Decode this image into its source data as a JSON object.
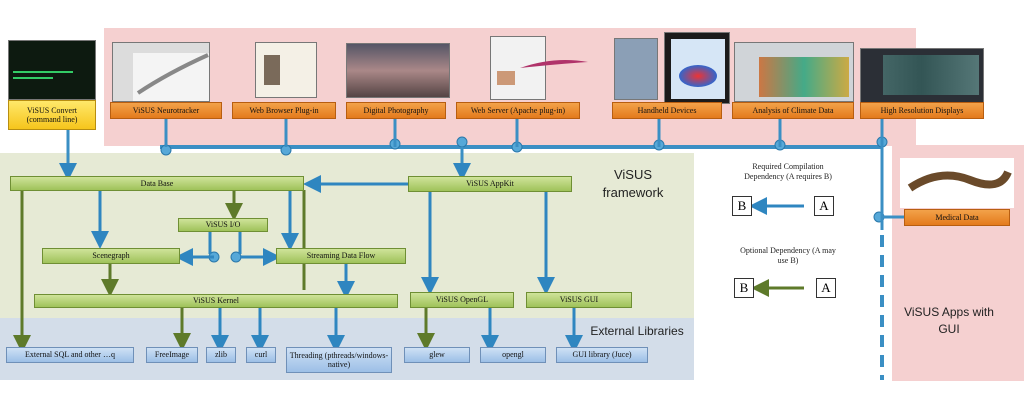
{
  "top_apps": {
    "convert": "ViSUS Convert (command line)",
    "items": [
      "ViSUS Neurotracker",
      "Web Browser Plug-in",
      "Digital Photography",
      "Web Server (Apache plug-in)",
      "Handheld Devices",
      "Analysis of Climate Data",
      "High Resolution Displays"
    ]
  },
  "medical": "Medical Data",
  "framework": {
    "title": "ViSUS framework",
    "data_base": "Data Base",
    "appkit": "ViSUS AppKit",
    "io": "ViSUS I/O",
    "scenegraph": "Scenegraph",
    "streaming": "Streaming Data Flow",
    "kernel": "ViSUS Kernel",
    "opengl": "ViSUS OpenGL",
    "gui": "ViSUS GUI"
  },
  "external": {
    "title": "External Libraries",
    "items": [
      "External SQL and other …q",
      "FreeImage",
      "zlib",
      "curl",
      "Threading (pthreads/windows-native)",
      "glew",
      "opengl",
      "GUI library (Juce)"
    ]
  },
  "legend": {
    "required": "Required Compilation Dependency (A requires B)",
    "optional": "Optional Dependency (A may use B)",
    "a": "A",
    "b": "B"
  },
  "apps_region": "ViSUS Apps with GUI",
  "colors": {
    "pink": "#f5d0d0",
    "framework_green": "#e6ead5",
    "external_blue": "#d3dde9",
    "arrow_blue": "#3a8fc4",
    "arrow_green": "#5e7a2a"
  }
}
